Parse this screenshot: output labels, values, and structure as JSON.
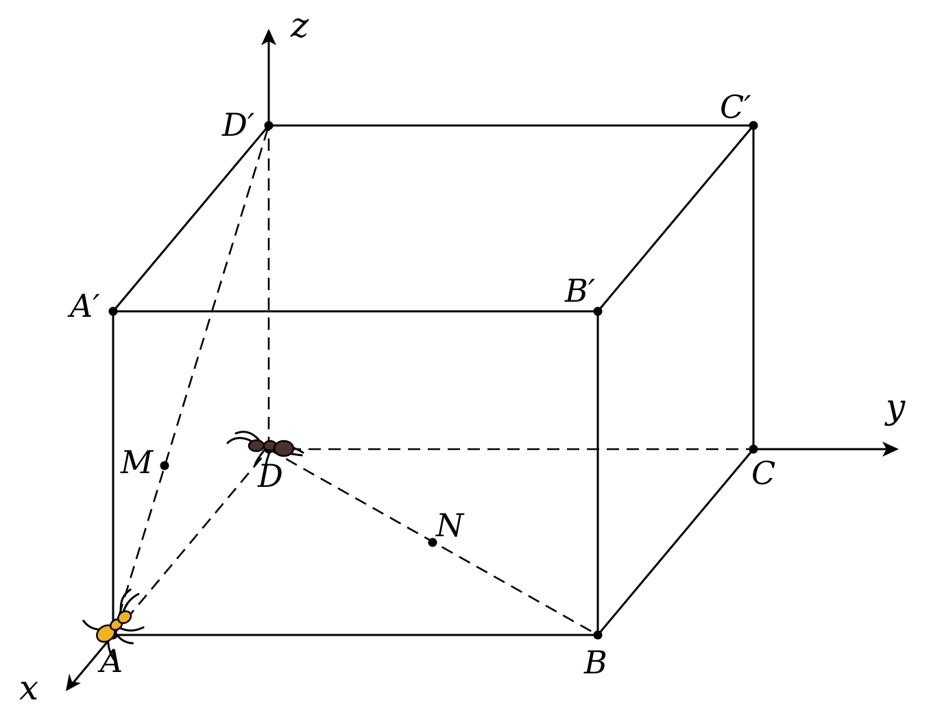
{
  "axes": {
    "x": "x",
    "y": "y",
    "z": "z"
  },
  "points": {
    "A": "A",
    "B": "B",
    "C": "C",
    "D": "D",
    "A_prime": "A′",
    "B_prime": "B′",
    "C_prime": "C′",
    "D_prime": "D′",
    "M": "M",
    "N": "N"
  },
  "icons": {
    "ant_at_A": {
      "name": "ant-icon",
      "color": "#f2b21b"
    },
    "ant_at_D": {
      "name": "ant-icon",
      "color": "#4a3329"
    }
  }
}
